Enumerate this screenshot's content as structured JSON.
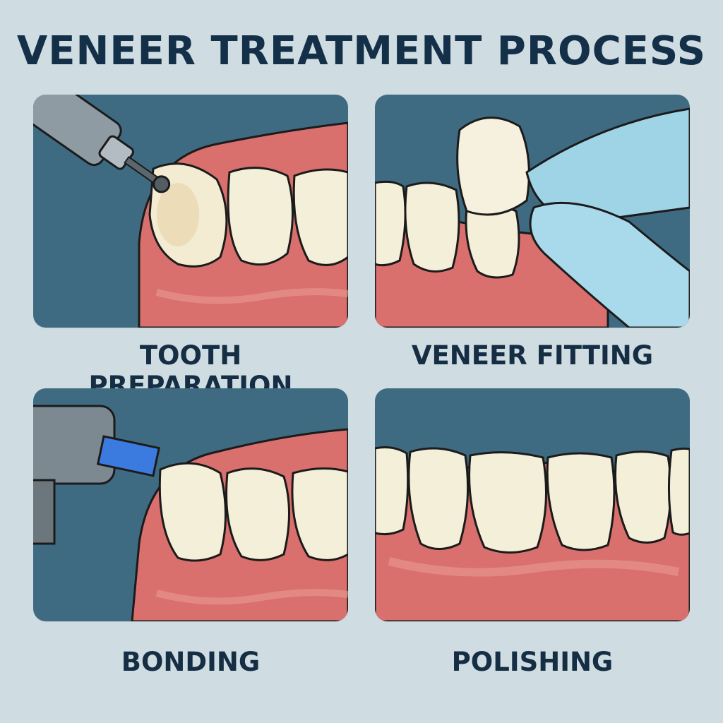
{
  "title": "VENEER TREATMENT PROCESS",
  "steps": [
    {
      "label": "TOOTH PREPARATION",
      "illustration": "drill-on-tooth"
    },
    {
      "label": "VENEER FITTING",
      "illustration": "gloved-hand-placing-veneer"
    },
    {
      "label": "BONDING",
      "illustration": "curing-light-on-teeth"
    },
    {
      "label": "POLISHING",
      "illustration": "finished-smile"
    }
  ],
  "colors": {
    "background": "#cfdde3",
    "panel": "#3f6b82",
    "gum": "#d9706d",
    "tooth": "#f4efd9",
    "title": "#143048",
    "glove": "#9fd3e6",
    "curing_light": "#3b7be0"
  }
}
